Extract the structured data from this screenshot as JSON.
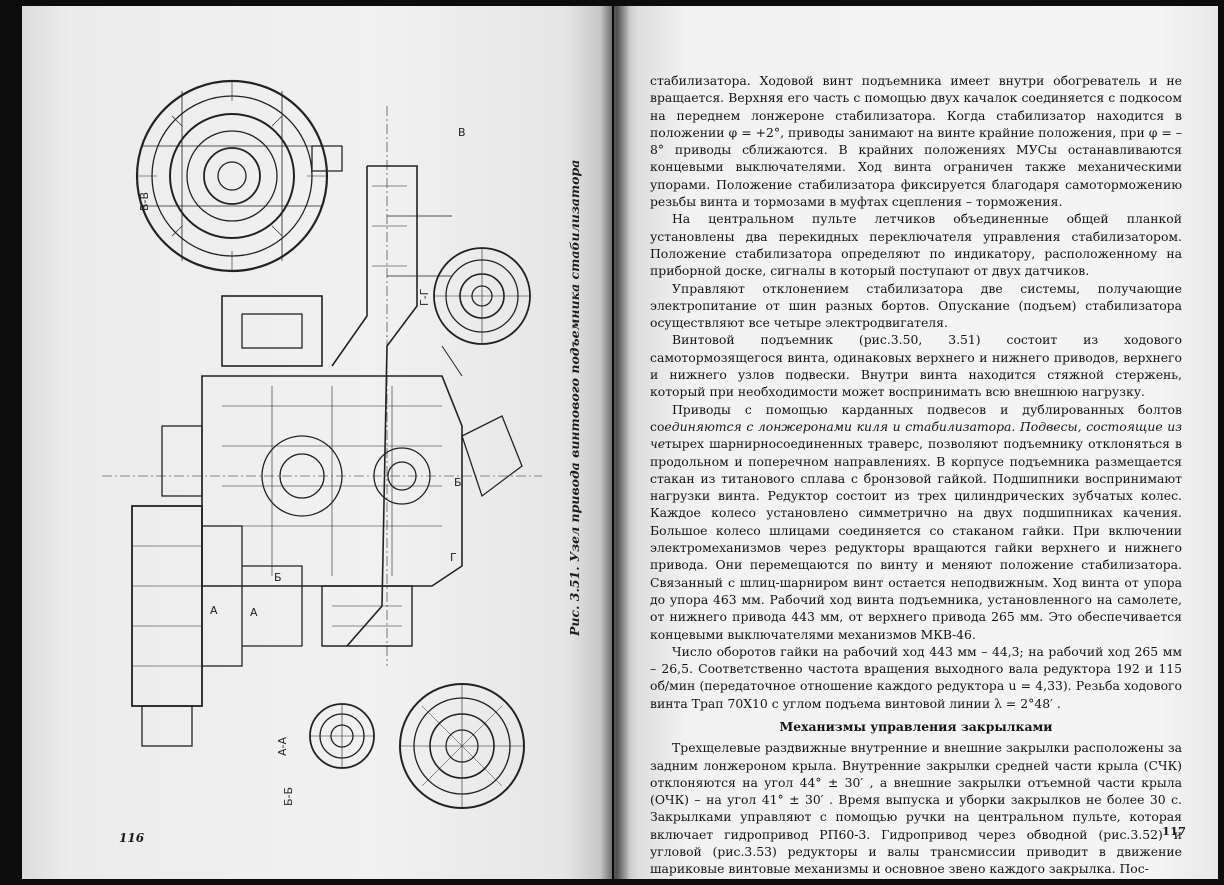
{
  "left_page": {
    "page_number": "116",
    "figure_caption": "Рис. 3.51. Узел привода винтового подъемника стабилизатора",
    "section_labels": {
      "top_view": "В-В",
      "right_view": "Г-Г",
      "bottom_a": "А-А",
      "bottom_b": "Б-Б",
      "marker_a_left": "А",
      "marker_a_right": "А",
      "marker_b": "Б",
      "marker_b2": "Б",
      "marker_g": "Г",
      "marker_v": "В"
    }
  },
  "right_page": {
    "page_number": "117",
    "paragraphs": [
      {
        "first": true,
        "text": "стабилизатора. Ходовой винт подъемника имеет внутри обогреватель и не вращается. Верхняя его часть с помощью двух качалок соединяется с подкосом на переднем лонжероне стабилизатора. Когда стабилизатор находится в положении φ = +2°, приводы занимают на винте крайние положения, при φ = –8° приводы сближаются. В крайних положениях МУСы останавливаются концевыми выключателями. Ход винта ограничен также механическими упорами. Положение стабилизатора фиксируется благодаря самоторможению резьбы винта и тормозами в муфтах сцепления – торможения."
      },
      {
        "text": "На центральном пульте летчиков объединенные общей планкой установлены два перекидных переключателя управления стабилизатором. Положение стабилизатора определяют по индикатору, расположенному на приборной доске, сигналы в который поступают от двух датчиков."
      },
      {
        "text": "Управляют отклонением стабилизатора две системы, получающие электропитание от шин разных бортов. Опускание (подъем) стабилизатора осуществляют все четыре электродвигателя."
      },
      {
        "text": "Винтовой подъемник (рис.3.50, 3.51) состоит из ходового самотормозящегося винта, одинаковых верхнего и нижнего приводов, верхнего и нижнего узлов подвески. Внутри винта находится стяжной стержень, который при необходимости может воспринимать всю внешнюю нагрузку."
      },
      {
        "text_before": "Приводы с помощью карданных подвесов и дублированных болтов со",
        "text_italic": "единяются с лонжеронами киля и стабилизатора. Подвесы, состоящие из че",
        "text_after": "тырех шарнирносоединенных траверс, позволяют подъемнику отклоняться в продольном и поперечном направлениях. В корпусе подъемника размещается стакан из титанового сплава с бронзовой гайкой. Подшипники воспринимают нагрузки винта. Редуктор состоит из трех цилиндрических зубчатых колес. Каждое колесо установлено симметрично на двух подшипниках качения. Большое колесо шлицами соединяется со стаканом гайки. При включении электромеханизмов через редукторы вращаются гайки верхнего и нижнего привода. Они перемещаются по винту и меняют положение стабилизатора. Связанный с шлиц-шарниром винт остается неподвижным. Ход винта от упора до упора 463 мм. Рабочий ход винта подъемника, установленного на самолете, от нижнего привода 443 мм, от верхнего привода 265 мм. Это обеспечивается концевыми выключателями механизмов МКВ-46."
      },
      {
        "text": "Число оборотов гайки на рабочий ход 443 мм – 44,3; на рабочий ход 265 мм – 26,5. Соответственно частота вращения выходного вала редуктора 192 и 115 об/мин (передаточное отношение каждого редуктора u = 4,33). Резьба ходового винта Трап 70Х10 с углом подъема винтовой линии λ = 2°48′ ."
      }
    ],
    "heading": "Механизмы управления закрылками",
    "paragraphs_after": [
      {
        "text": "Трехщелевые раздвижные внутренние и внешние закрылки расположены за задним лонжероном крыла. Внутренние закрылки средней части крыла (СЧК) отклоняются на угол 44° ± 30′ , а внешние закрылки отъемной части крыла (ОЧК) – на угол 41° ± 30′ . Время выпуска и уборки закрылков не более 30 с. Закрылками управляют с помощью ручки на центральном пульте, которая включает гидропривод РП60-3. Гидропривод через обводной (рис.3.52) и угловой (рис.3.53) редукторы и валы трансмиссии приводит в движение шариковые винтовые механизмы и основное звено каждого закрылка. Пос-"
      }
    ]
  }
}
